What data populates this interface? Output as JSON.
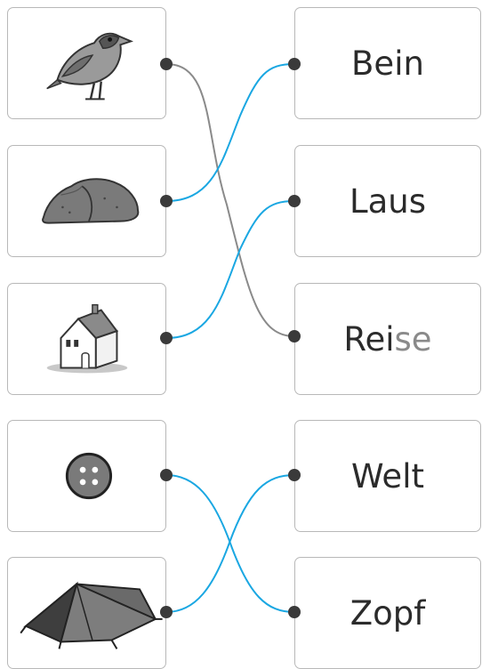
{
  "words": [
    {
      "main": "Bein",
      "suffix": ""
    },
    {
      "main": "Laus",
      "suffix": ""
    },
    {
      "main": "Rei",
      "suffix": "se"
    },
    {
      "main": "Welt",
      "suffix": ""
    },
    {
      "main": "Zopf",
      "suffix": ""
    }
  ],
  "pictures": [
    "bird-icon",
    "rock-icon",
    "house-icon",
    "button-icon",
    "tent-icon"
  ],
  "colors": {
    "blue_line": "#1aa7e2",
    "gray_line": "#8a8a8a",
    "dot": "#3a3a3a",
    "border": "#b8b8b8"
  }
}
